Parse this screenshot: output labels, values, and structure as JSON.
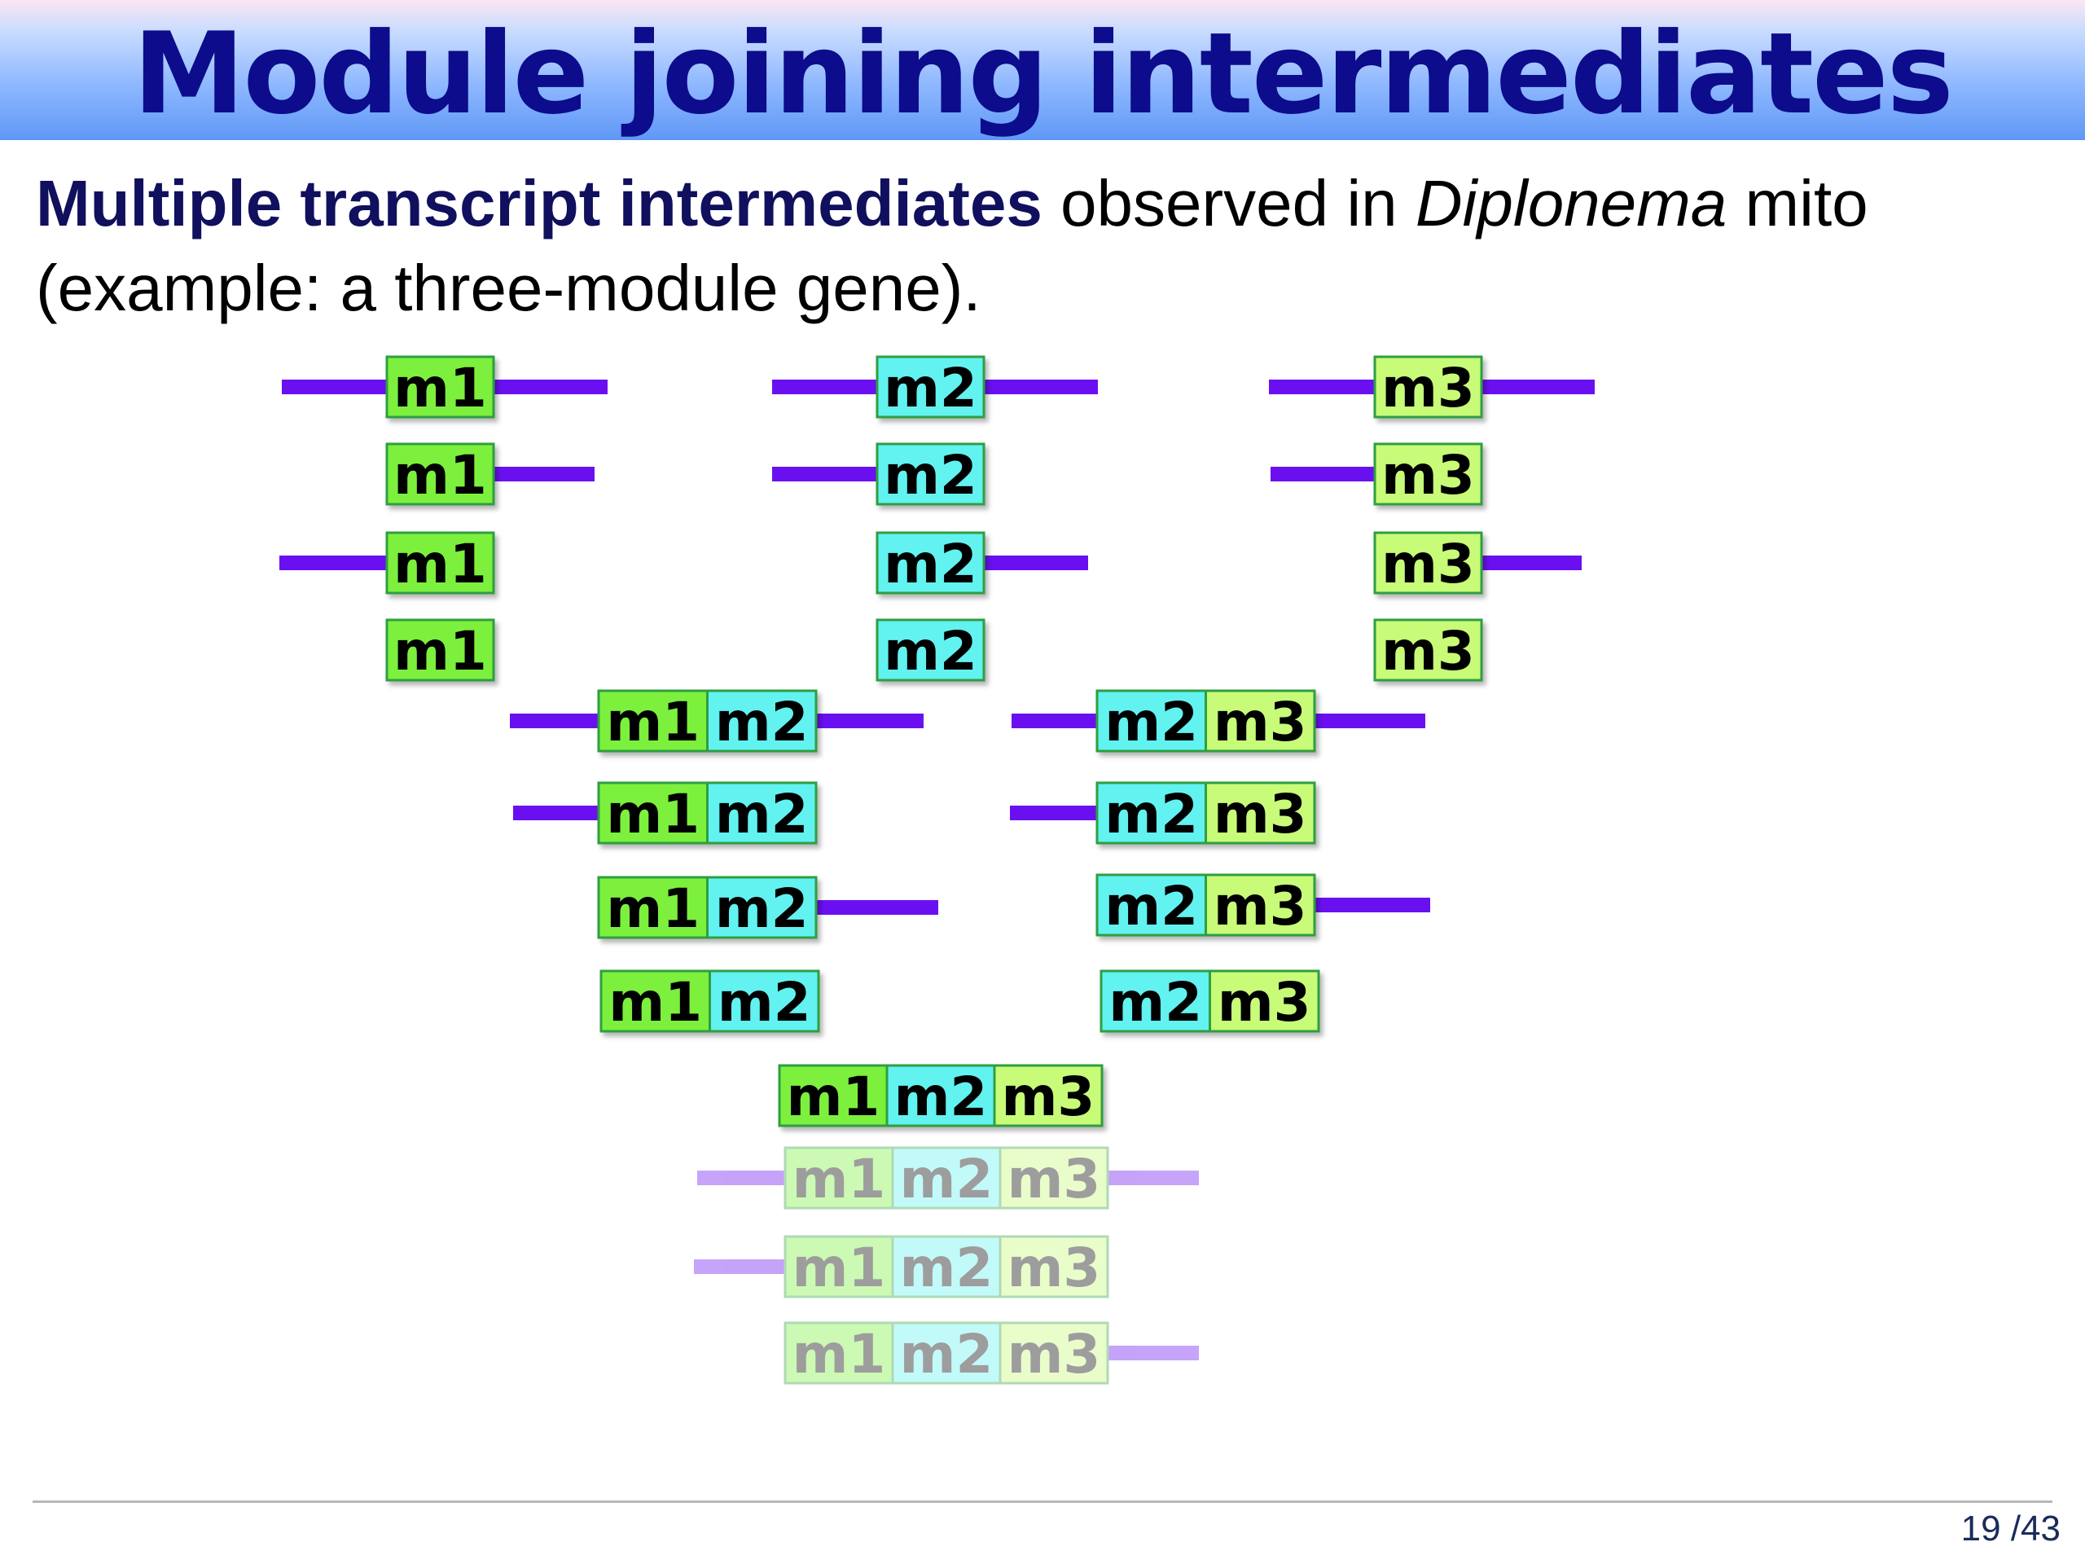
{
  "title": "Module joining intermediates",
  "subtitle": {
    "bold": "Multiple transcript intermediates",
    "text1": " observed in ",
    "italic": "Diplonema",
    "text2": " mito (example: a three-module gene)."
  },
  "colors": {
    "m1": "#7cf03c",
    "m2": "#62f2f0",
    "m3": "#c8fb78",
    "tail": "#6a10f0",
    "border": "#2f9f3f"
  },
  "modules": [
    {
      "id": "m1",
      "label": "m1"
    },
    {
      "id": "m2",
      "label": "m2"
    },
    {
      "id": "m3",
      "label": "m3"
    }
  ],
  "rows": [
    {
      "modules": [
        "m1"
      ],
      "left_tail": true,
      "right_tail": true,
      "faded": false
    },
    {
      "modules": [
        "m1"
      ],
      "left_tail": false,
      "right_tail": true,
      "faded": false
    },
    {
      "modules": [
        "m1"
      ],
      "left_tail": true,
      "right_tail": false,
      "faded": false
    },
    {
      "modules": [
        "m1"
      ],
      "left_tail": false,
      "right_tail": false,
      "faded": false
    },
    {
      "modules": [
        "m2"
      ],
      "left_tail": true,
      "right_tail": true,
      "faded": false
    },
    {
      "modules": [
        "m2"
      ],
      "left_tail": true,
      "right_tail": false,
      "faded": false
    },
    {
      "modules": [
        "m2"
      ],
      "left_tail": false,
      "right_tail": true,
      "faded": false
    },
    {
      "modules": [
        "m2"
      ],
      "left_tail": false,
      "right_tail": false,
      "faded": false
    },
    {
      "modules": [
        "m3"
      ],
      "left_tail": true,
      "right_tail": true,
      "faded": false
    },
    {
      "modules": [
        "m3"
      ],
      "left_tail": true,
      "right_tail": false,
      "faded": false
    },
    {
      "modules": [
        "m3"
      ],
      "left_tail": false,
      "right_tail": true,
      "faded": false
    },
    {
      "modules": [
        "m3"
      ],
      "left_tail": false,
      "right_tail": false,
      "faded": false
    },
    {
      "modules": [
        "m1",
        "m2"
      ],
      "left_tail": true,
      "right_tail": true,
      "faded": false
    },
    {
      "modules": [
        "m1",
        "m2"
      ],
      "left_tail": true,
      "right_tail": false,
      "faded": false
    },
    {
      "modules": [
        "m1",
        "m2"
      ],
      "left_tail": false,
      "right_tail": true,
      "faded": false
    },
    {
      "modules": [
        "m1",
        "m2"
      ],
      "left_tail": false,
      "right_tail": false,
      "faded": false
    },
    {
      "modules": [
        "m2",
        "m3"
      ],
      "left_tail": true,
      "right_tail": true,
      "faded": false
    },
    {
      "modules": [
        "m2",
        "m3"
      ],
      "left_tail": true,
      "right_tail": false,
      "faded": false
    },
    {
      "modules": [
        "m2",
        "m3"
      ],
      "left_tail": false,
      "right_tail": true,
      "faded": false
    },
    {
      "modules": [
        "m2",
        "m3"
      ],
      "left_tail": false,
      "right_tail": false,
      "faded": false
    },
    {
      "modules": [
        "m1",
        "m2",
        "m3"
      ],
      "left_tail": false,
      "right_tail": false,
      "faded": false
    },
    {
      "modules": [
        "m1",
        "m2",
        "m3"
      ],
      "left_tail": true,
      "right_tail": true,
      "faded": true
    },
    {
      "modules": [
        "m1",
        "m2",
        "m3"
      ],
      "left_tail": true,
      "right_tail": false,
      "faded": true
    },
    {
      "modules": [
        "m1",
        "m2",
        "m3"
      ],
      "left_tail": false,
      "right_tail": true,
      "faded": true
    }
  ],
  "page": {
    "current": "19",
    "total": "/43"
  }
}
